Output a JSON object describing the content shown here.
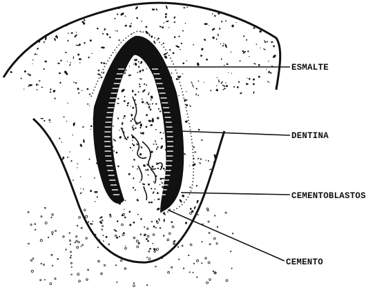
{
  "diagram": {
    "labels": {
      "esmalte": "ESMALTE",
      "dentina": "DENTINA",
      "cementoblastos": "CEMENTOBLASTOS",
      "cemento": "CEMENTO"
    },
    "colors": {
      "ink": "#111111",
      "paper": "#ffffff",
      "stipple": "#1a1a1a"
    }
  }
}
